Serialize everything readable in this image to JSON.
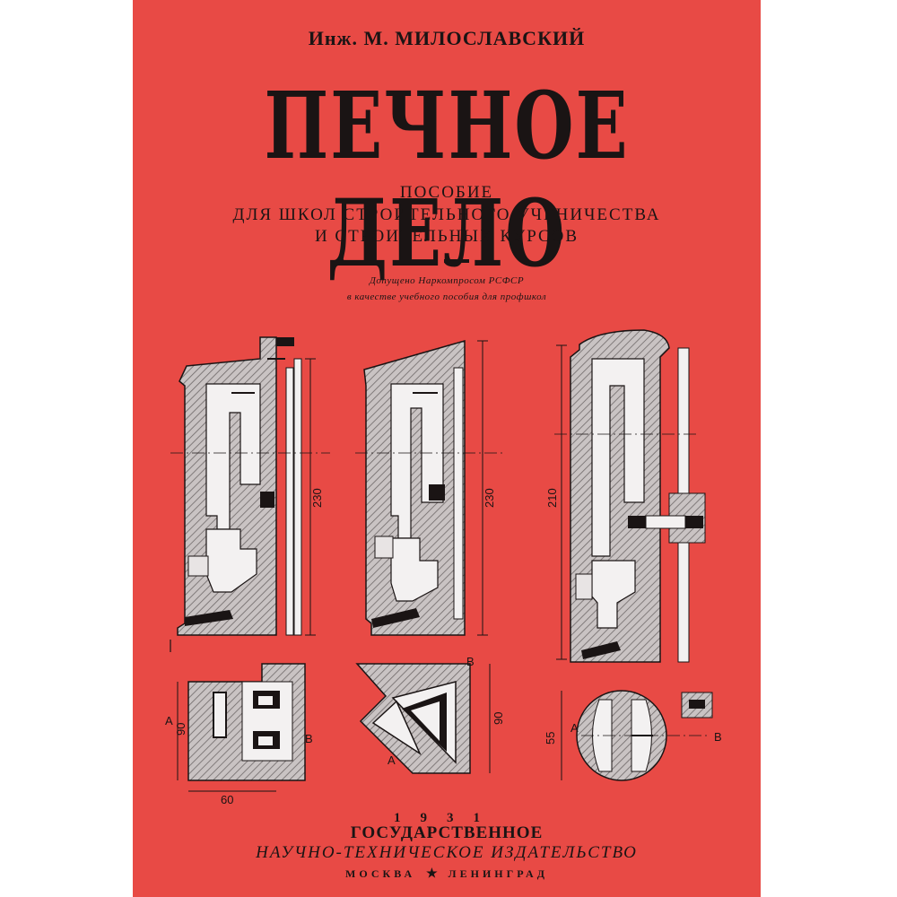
{
  "author": "Инж. М. МИЛОСЛАВСКИЙ",
  "title": "ПЕЧНОЕ ДЕЛО",
  "subtitle": {
    "line1": "ПОСОБИЕ",
    "line2": "ДЛЯ ШКОЛ СТРОИТЕЛЬНОГО УЧЕНИЧЕСТВА",
    "line3": "И СТРОИТЕЛЬНЫХ КУРСОВ"
  },
  "approval": {
    "line1": "Допущено Наркомпросом РСФСР",
    "line2": "в качестве учебного пособия для профшкол"
  },
  "dimensions": {
    "d1_height": "230",
    "d2_height": "230",
    "d3_height": "210",
    "plan1_depth": "90",
    "plan1_width": "60",
    "plan2_depth": "90",
    "plan3_depth": "55",
    "label_a1": "А",
    "label_b1": "В",
    "label_a2": "А",
    "label_b2": "В",
    "label_a3": "А",
    "label_b3": "В"
  },
  "year": "1931",
  "publisher": {
    "line1": "ГОСУДАРСТВЕННОЕ",
    "line2": "НАУЧНО-ТЕХНИЧЕСКОЕ ИЗДАТЕЛЬСТВО",
    "city1": "МОСКВА",
    "city2": "ЛЕНИНГРАД"
  },
  "colors": {
    "cover": "#e84a45",
    "ink": "#1a1414",
    "paper": "#ffffff",
    "hatch": "#b9b3b3"
  }
}
